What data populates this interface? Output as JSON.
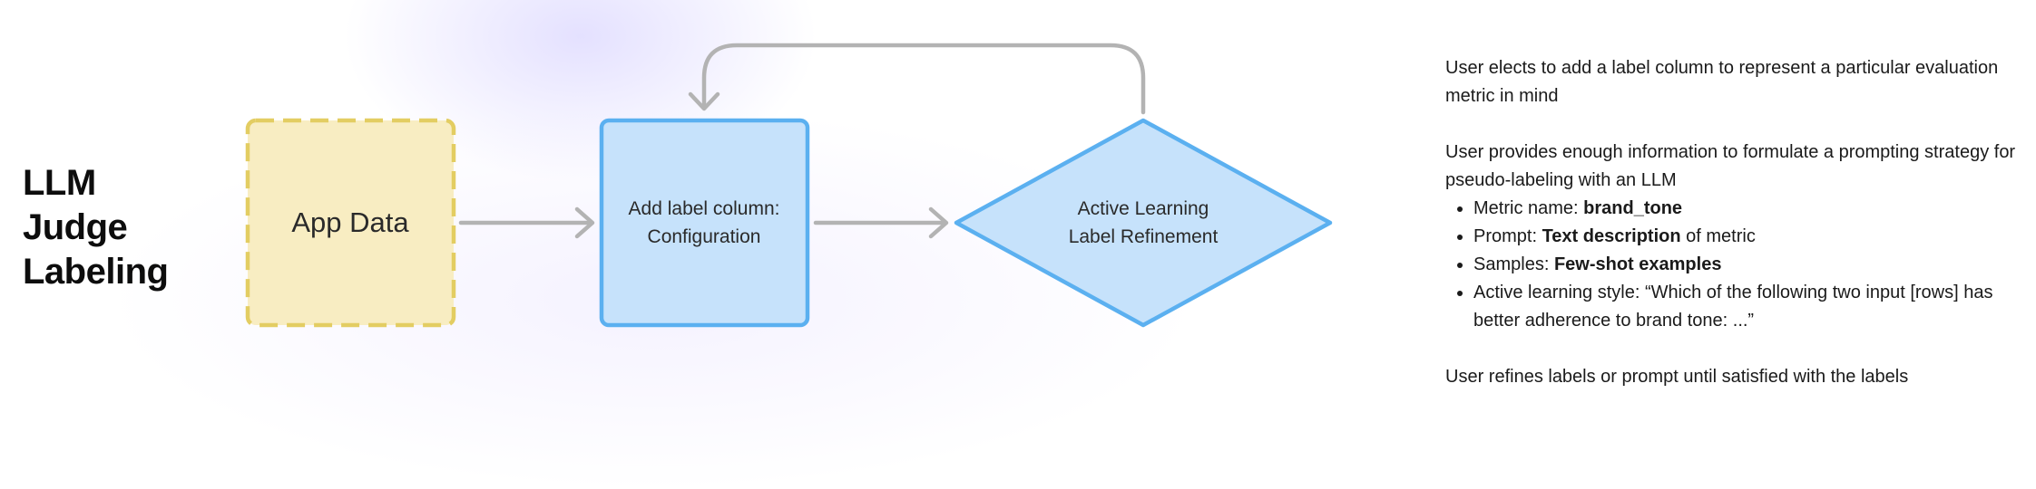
{
  "title": {
    "line1": "LLM",
    "line2": "Judge",
    "line3": "Labeling"
  },
  "nodes": {
    "app_data": {
      "label": "App Data",
      "shape": "dashed-square",
      "fill": "#F8EDC2",
      "stroke": "#E3CD62"
    },
    "add_label_column": {
      "line1": "Add label column:",
      "line2": "Configuration",
      "shape": "square",
      "fill": "#C6E2FB",
      "stroke": "#5BB0F0"
    },
    "active_learning": {
      "line1": "Active Learning",
      "line2": "Label Refinement",
      "shape": "diamond",
      "fill": "#C6E2FB",
      "stroke": "#5BB0F0"
    }
  },
  "edges": [
    {
      "from": "app_data",
      "to": "add_label_column"
    },
    {
      "from": "add_label_column",
      "to": "active_learning"
    },
    {
      "from": "active_learning",
      "to": "add_label_column",
      "style": "loop-back"
    }
  ],
  "colors": {
    "arrow": "#B3B3B3"
  },
  "notes": {
    "p1": "User elects to add a label column to represent a particular evaluation metric in mind",
    "p2": "User provides enough information to formulate a prompting strategy for pseudo-labeling with an LLM",
    "bullets": [
      {
        "prefix": "Metric name: ",
        "bold": "brand_tone",
        "suffix": ""
      },
      {
        "prefix": "Prompt: ",
        "bold": "Text description",
        "suffix": " of metric"
      },
      {
        "prefix": "Samples: ",
        "bold": "Few-shot examples",
        "suffix": ""
      },
      {
        "prefix": "Active learning style: “Which of the following two input [rows] has better adherence to brand tone: ...”",
        "bold": "",
        "suffix": ""
      }
    ],
    "p3": "User refines labels or prompt until satisfied with the labels"
  }
}
